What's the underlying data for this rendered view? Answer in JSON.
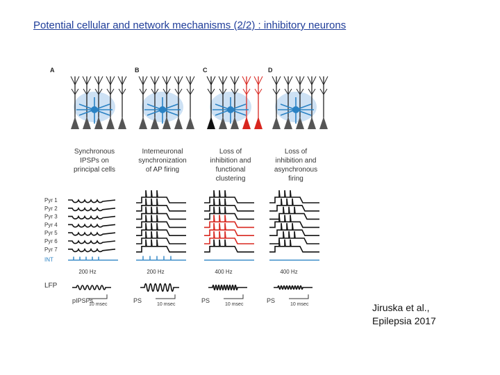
{
  "slide": {
    "title": "Potential cellular and network mechanisms (2/2) : inhibitory neurons",
    "citation_line1": "Jiruska et al.,",
    "citation_line2": "Epilepsia 2017"
  },
  "figure": {
    "panels": [
      {
        "letter": "A",
        "caption": [
          "Synchronous",
          "IPSPs on",
          "principal cells"
        ],
        "freq": "200 Hz",
        "lfp_label": "pIPSPs",
        "time_label": "10 msec"
      },
      {
        "letter": "B",
        "caption": [
          "Interneuronal",
          "synchronization",
          "of AP firing"
        ],
        "freq": "200 Hz",
        "lfp_label": "PS",
        "time_label": "10 msec"
      },
      {
        "letter": "C",
        "caption": [
          "Loss of",
          "inhibition and",
          "functional",
          "clustering"
        ],
        "freq": "400 Hz",
        "lfp_label": "PS",
        "time_label": "10 msec"
      },
      {
        "letter": "D",
        "caption": [
          "Loss of",
          "inhibition and",
          "asynchronous",
          "firing"
        ],
        "freq": "400 Hz",
        "lfp_label": "PS",
        "time_label": "10 msec"
      }
    ],
    "row_labels": [
      "Pyr 1",
      "Pyr 2",
      "Pyr 3",
      "Pyr 4",
      "Pyr 5",
      "Pyr 6",
      "Pyr 7"
    ],
    "int_label": "INT",
    "lfp_label": "LFP",
    "colors": {
      "interneuron": "#2a82c4",
      "pyramidal": "#555555",
      "highlight": "#d8261f",
      "glow": "#b8d4f0"
    }
  }
}
